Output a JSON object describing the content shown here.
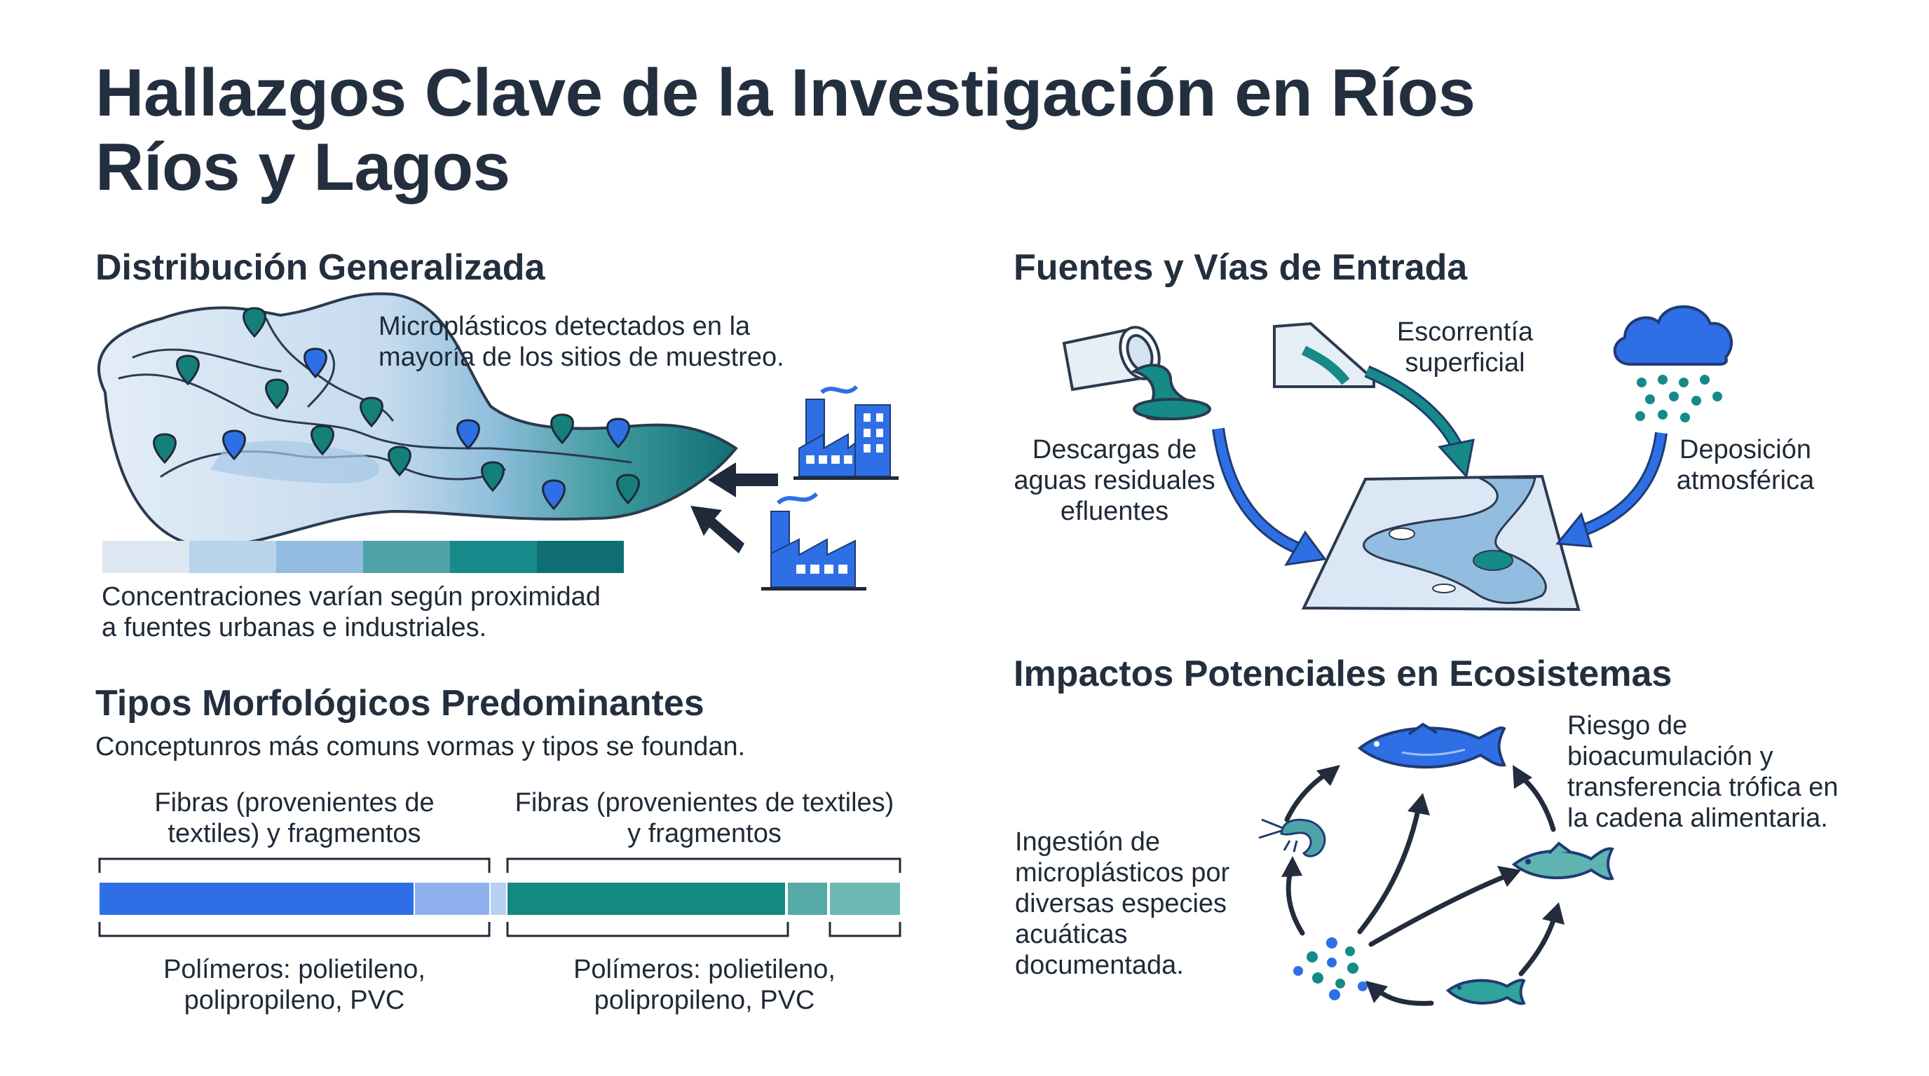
{
  "title": {
    "line1": "Hallazgos Clave de la Investigación en Ríos",
    "line2": "Ríos y Lagos"
  },
  "distribucion": {
    "heading": "Distribución Generalizada",
    "callout": {
      "line1": "Microplásticos detectados en la",
      "line2": "mayoría de los sitios de muestreo."
    },
    "legend_colors": [
      "#dde8f3",
      "#b8d3ea",
      "#92bde0",
      "#4ea3a8",
      "#178a8c",
      "#0f6e73"
    ],
    "caption": {
      "line1": "Concentraciones varían según proximidad",
      "line2": "a fuentes urbanas e industriales."
    }
  },
  "morfologicos": {
    "heading": "Tipos Morfológicos Predominantes",
    "subtitle": "Conceptunros más comuns vormas y tipos se foundan.",
    "left": {
      "top_line1": "Fibras (provenientes de",
      "top_line2": "textiles) y fragmentos",
      "bottom_line1": "Polímeros: polietileno,",
      "bottom_line2": "polipropileno, PVC"
    },
    "right": {
      "top_line1": "Fibras (provenientes de textiles)",
      "top_line2": "y fragmentos",
      "bottom_line1": "Polímeros: polietileno,",
      "bottom_line2": "polipropileno, PVC"
    }
  },
  "fuentes": {
    "heading": "Fuentes y Vías de Entrada",
    "escorrentia": {
      "line1": "Escorrentía",
      "line2": "superficial"
    },
    "descargas": {
      "line1": "Descargas de",
      "line2": "aguas residuales",
      "line3": "efluentes"
    },
    "deposicion": {
      "line1": "Deposición",
      "line2": "atmosférica"
    }
  },
  "impactos": {
    "heading": "Impactos Potenciales en Ecosistemas",
    "riesgo": {
      "line1": "Riesgo de",
      "line2": "bioacumulación y",
      "line3": "transferencia trófica en",
      "line4": "la cadena alimentaria."
    },
    "ingestion": {
      "line1": "Ingestión de",
      "line2": "microplásticos por",
      "line3": "diversas especies",
      "line4": "acuáticas",
      "line5": "documentada."
    }
  },
  "colors": {
    "blue": "#2e6fe6",
    "teal": "#158a86",
    "navy": "#222c3c",
    "light_blue": "#dbe7f4"
  }
}
